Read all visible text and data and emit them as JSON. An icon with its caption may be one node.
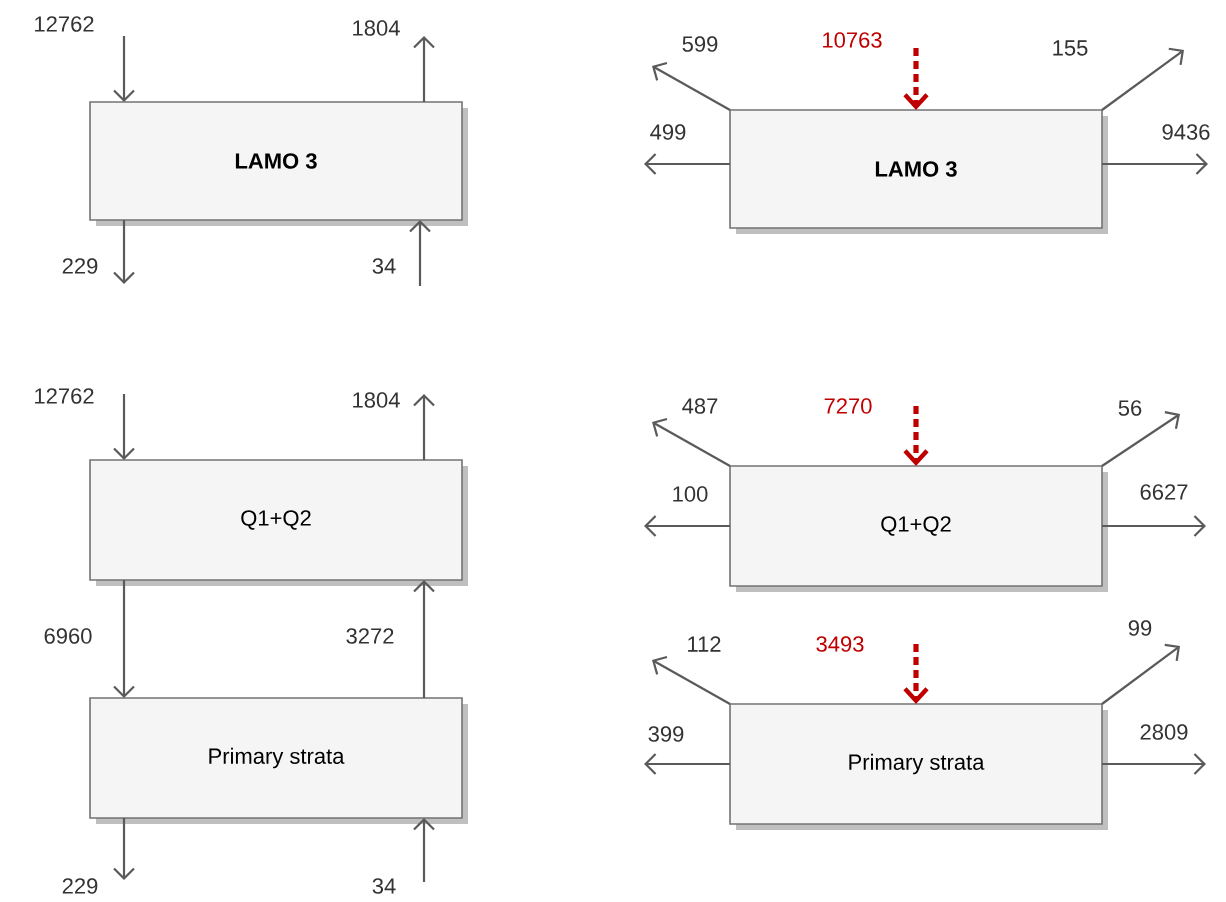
{
  "diagram": {
    "nodes": [
      {
        "text": [
          "LAMO 3"
        ]
      },
      {
        "text": [
          "LAMO 3"
        ]
      },
      {
        "text": [
          "Q1+Q2"
        ]
      },
      {
        "text": [
          "Primary strata"
        ]
      },
      {
        "text": [
          "Q1+Q2"
        ]
      },
      {
        "text": [
          "Primary strata"
        ]
      }
    ],
    "edges": [
      {
        "from": null,
        "to": 0,
        "arrow": "to",
        "label": "12762"
      },
      {
        "from": 0,
        "to": null,
        "arrow": "to",
        "label": "1804"
      },
      {
        "from": 0,
        "to": null,
        "arrow": "to",
        "label": "229"
      },
      {
        "from": null,
        "to": 0,
        "arrow": "to",
        "label": "34"
      },
      {
        "from": 1,
        "to": null,
        "arrow": "to",
        "label": "599"
      },
      {
        "from": null,
        "to": 1,
        "arrow": "to",
        "label": "10763",
        "style": "dashed",
        "color": "#c00000"
      },
      {
        "from": 1,
        "to": null,
        "arrow": "to",
        "label": "155"
      },
      {
        "from": 1,
        "to": null,
        "arrow": "to",
        "label": "499"
      },
      {
        "from": 1,
        "to": null,
        "arrow": "to",
        "label": "9436"
      },
      {
        "from": null,
        "to": 2,
        "arrow": "to",
        "label": "12762"
      },
      {
        "from": 2,
        "to": null,
        "arrow": "to",
        "label": "1804"
      },
      {
        "from": 2,
        "to": 3,
        "arrow": "to",
        "label": "6960"
      },
      {
        "from": 3,
        "to": 2,
        "arrow": "to",
        "label": "3272"
      },
      {
        "from": 3,
        "to": null,
        "arrow": "to",
        "label": "229"
      },
      {
        "from": null,
        "to": 3,
        "arrow": "to",
        "label": "34"
      },
      {
        "from": 4,
        "to": null,
        "arrow": "to",
        "label": "487"
      },
      {
        "from": null,
        "to": 4,
        "arrow": "to",
        "label": "7270",
        "style": "dashed",
        "color": "#c00000"
      },
      {
        "from": 4,
        "to": null,
        "arrow": "to",
        "label": "56"
      },
      {
        "from": 4,
        "to": null,
        "arrow": "to",
        "label": "100"
      },
      {
        "from": 4,
        "to": null,
        "arrow": "to",
        "label": "6627"
      },
      {
        "from": 5,
        "to": null,
        "arrow": "to",
        "label": "112"
      },
      {
        "from": null,
        "to": 5,
        "arrow": "to",
        "label": "3493",
        "style": "dashed",
        "color": "#c00000"
      },
      {
        "from": 5,
        "to": null,
        "arrow": "to",
        "label": "99"
      },
      {
        "from": 5,
        "to": null,
        "arrow": "to",
        "label": "399"
      },
      {
        "from": 5,
        "to": null,
        "arrow": "to",
        "label": "2809"
      }
    ]
  }
}
